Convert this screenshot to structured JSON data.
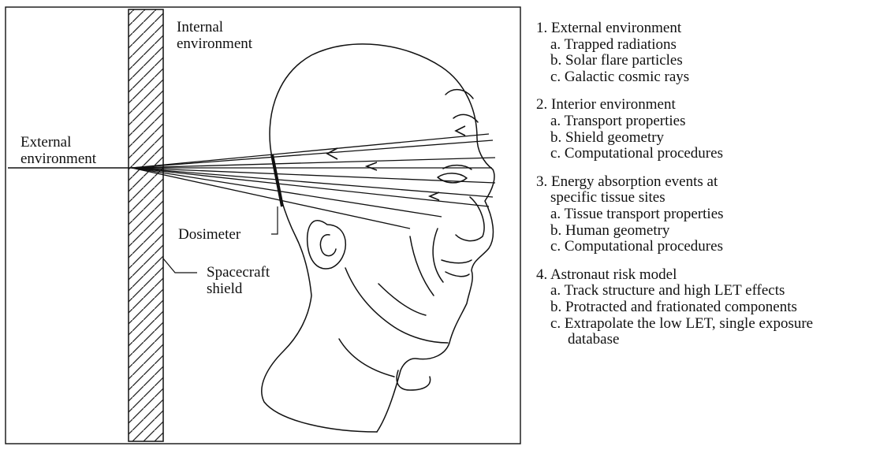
{
  "diagram": {
    "labels": {
      "internal_env": [
        "Internal",
        "environment"
      ],
      "external_env": [
        "External",
        "environment"
      ],
      "dosimeter": "Dosimeter",
      "shield": [
        "Spacecraft",
        "shield"
      ]
    }
  },
  "legend": [
    {
      "title": "1. External environment",
      "items": [
        "a. Trapped radiations",
        "b. Solar flare particles",
        "c. Galactic cosmic rays"
      ]
    },
    {
      "title": "2. Interior environment",
      "items": [
        "a. Transport properties",
        "b. Shield geometry",
        "c. Computational procedures"
      ]
    },
    {
      "title": [
        "3. Energy absorption events at",
        "specific tissue sites"
      ],
      "items": [
        "a. Tissue transport properties",
        "b. Human geometry",
        "c. Computational procedures"
      ]
    },
    {
      "title": "4. Astronaut risk model",
      "items": [
        "a. Track structure and high LET effects",
        "b. Protracted and frationated components",
        [
          "c. Extrapolate the low LET, single exposure",
          "database"
        ]
      ]
    }
  ]
}
